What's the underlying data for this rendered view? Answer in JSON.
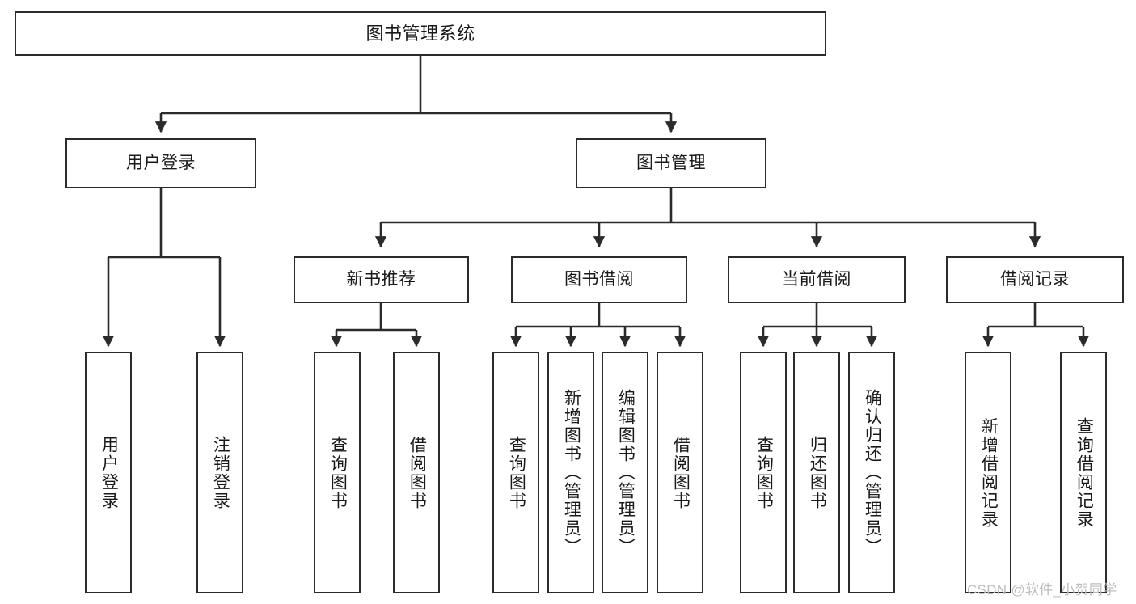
{
  "diagram": {
    "type": "tree-hierarchy-chart",
    "title": "图书管理系统",
    "watermark": "CSDN @软件_小贺同学",
    "stroke_color": "#2b2b2b",
    "background_color": "#ffffff",
    "text_color": "#1a1a1a",
    "nodes": {
      "root": {
        "label": "图书管理系统"
      },
      "level2": [
        {
          "label": "用户登录"
        },
        {
          "label": "图书管理"
        }
      ],
      "level3": [
        {
          "label": "新书推荐"
        },
        {
          "label": "图书借阅"
        },
        {
          "label": "当前借阅"
        },
        {
          "label": "借阅记录"
        }
      ],
      "leaves_user_login": [
        {
          "label": "用户登录"
        },
        {
          "label": "注销登录"
        }
      ],
      "leaves_new_book": [
        {
          "label": "查询图书"
        },
        {
          "label": "借阅图书"
        }
      ],
      "leaves_borrow": [
        {
          "label": "查询图书"
        },
        {
          "label": "新增图书（管理员）"
        },
        {
          "label": "编辑图书（管理员）"
        },
        {
          "label": "借阅图书"
        }
      ],
      "leaves_current": [
        {
          "label": "查询图书"
        },
        {
          "label": "归还图书"
        },
        {
          "label": "确认归还（管理员）"
        }
      ],
      "leaves_record": [
        {
          "label": "新增借阅记录"
        },
        {
          "label": "查询借阅记录"
        }
      ]
    }
  }
}
